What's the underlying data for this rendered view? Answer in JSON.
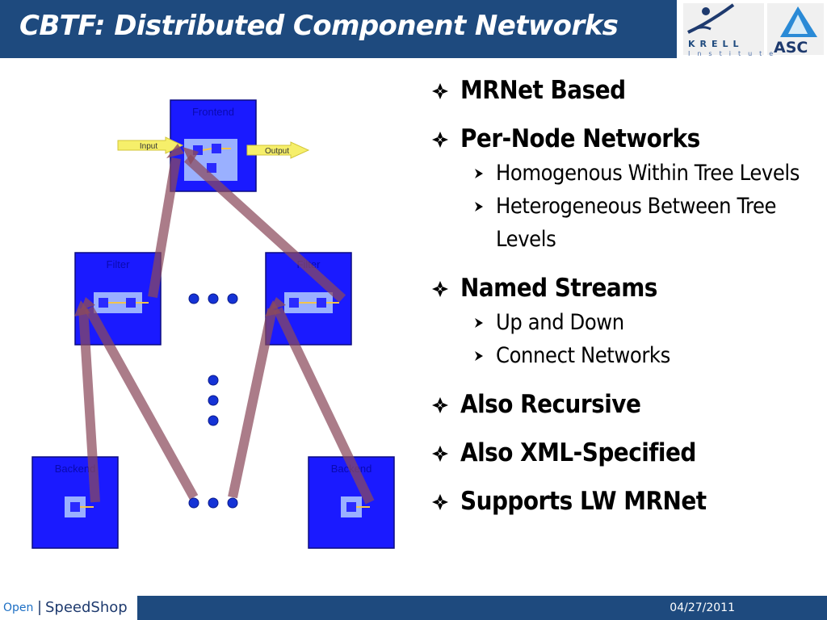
{
  "title": "CBTF: Distributed Component Networks",
  "logos": {
    "krell": "KRELL",
    "krell_sub": "Institute",
    "asc": "ASC"
  },
  "diagram": {
    "frontend": {
      "label": "Frontend",
      "input": "Input",
      "output": "Output"
    },
    "filter_left": {
      "label": "Filter"
    },
    "filter_right": {
      "label": "Filter"
    },
    "backend_left": {
      "label": "Backend"
    },
    "backend_right": {
      "label": "Backend"
    }
  },
  "bullets": [
    {
      "text": "MRNet Based",
      "subs": []
    },
    {
      "text": "Per-Node Networks",
      "subs": [
        "Homogenous Within Tree Levels",
        "Heterogeneous Between Tree Levels"
      ]
    },
    {
      "text": "Named Streams",
      "subs": [
        "Up and Down",
        "Connect Networks"
      ]
    },
    {
      "text": "Also Recursive",
      "subs": []
    },
    {
      "text": "Also XML-Specified",
      "subs": []
    },
    {
      "text": "Supports LW MRNet",
      "subs": []
    }
  ],
  "footer": {
    "open": "Open",
    "speedshop": "SpeedShop",
    "date": "04/27/2011"
  },
  "colors": {
    "title_bar": "#1e4a7e",
    "node_blue": "#1a1aff",
    "arrow_maroon": "#8b4a5c",
    "dot_blue": "#1533d6"
  }
}
